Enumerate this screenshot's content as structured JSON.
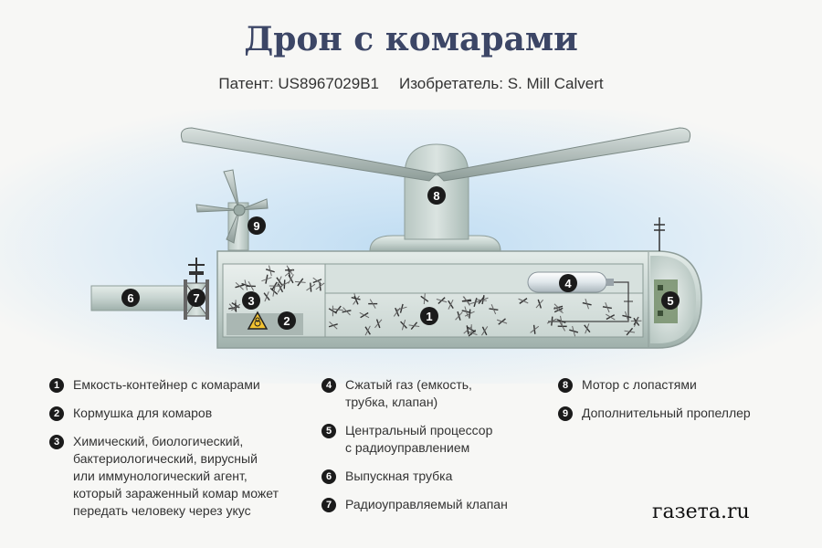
{
  "title": "Дрон с комарами",
  "subtitle": {
    "patent": "Патент: US8967029B1",
    "inventor": "Изобретатель: S. Mill Calvert"
  },
  "markers": [
    "1",
    "2",
    "3",
    "4",
    "5",
    "6",
    "7",
    "8",
    "9"
  ],
  "legend": [
    {
      "num": "1",
      "text": "Емкость-контейнер с комарами"
    },
    {
      "num": "2",
      "text": "Кормушка для комаров"
    },
    {
      "num": "3",
      "text": "Химический, биологический,\nбактериологический, вирусный\nили иммунологический агент,\nкоторый зараженный комар может\nпередать человеку через укус"
    },
    {
      "num": "4",
      "text": "Сжатый газ (емкость,\nтрубка, клапан)"
    },
    {
      "num": "5",
      "text": "Центральный процессор\nс радиоуправлением"
    },
    {
      "num": "6",
      "text": "Выпускная трубка"
    },
    {
      "num": "7",
      "text": "Радиоуправляемый клапан"
    },
    {
      "num": "8",
      "text": "Мотор с лопастями"
    },
    {
      "num": "9",
      "text": "Дополнительный пропеллер"
    }
  ],
  "logo": "газета.ru",
  "colors": {
    "title": "#3c4666",
    "body": "#c9d6d2",
    "marker": "#1b1b1b",
    "hazard": "#f2c230"
  },
  "icons": [
    "biohazard-icon",
    "mosquito-icon",
    "antenna-icon"
  ]
}
